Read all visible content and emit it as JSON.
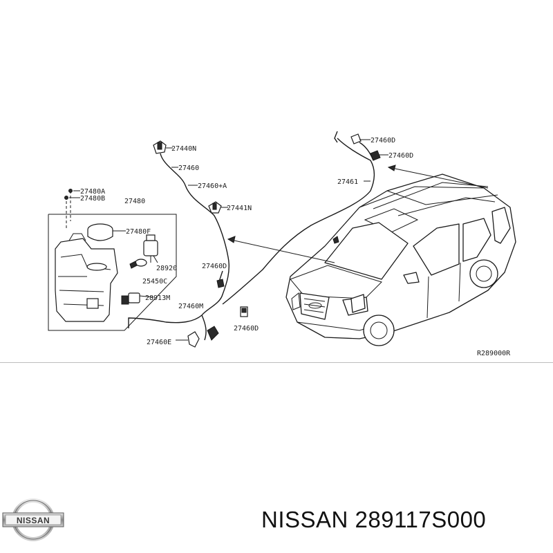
{
  "diagram": {
    "reference_code": "R289000R",
    "labels": {
      "p27440N": "27440N",
      "p27460": "27460",
      "p27460A": "27460+A",
      "p27441N": "27441N",
      "p27480A": "27480A",
      "p27480B": "27480B",
      "p27480": "27480",
      "p27480F": "27480F",
      "p28920": "28920",
      "p25450C": "25450C",
      "p28913M": "28913M",
      "p27460D_mid": "27460D",
      "p27460M": "27460M",
      "p27460D_low": "27460D",
      "p27460E": "27460E",
      "p27460D_top1": "27460D",
      "p27460D_top2": "27460D",
      "p27461": "27461"
    }
  },
  "footer": {
    "logo_text": "NISSAN",
    "part_title": "NISSAN 289117S000"
  }
}
